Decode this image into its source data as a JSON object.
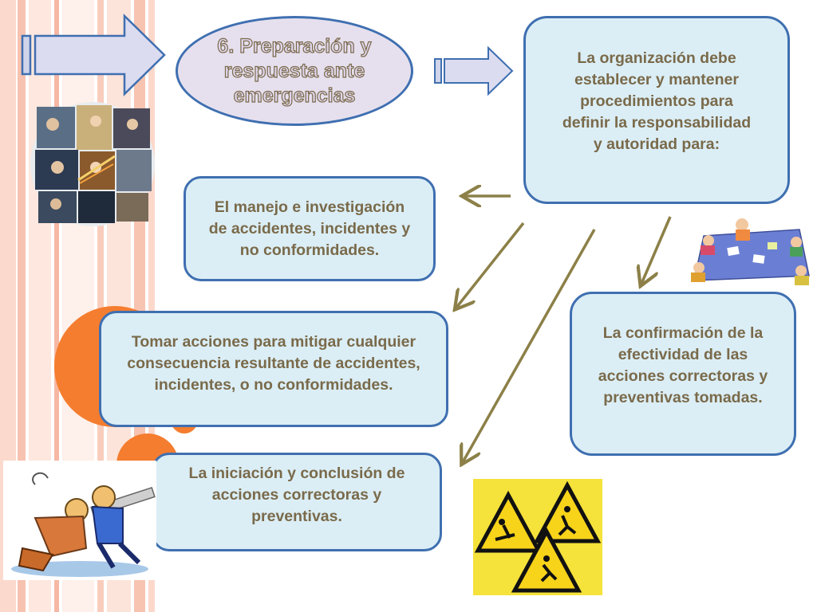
{
  "title": "6. Preparación y respuesta ante emergencias",
  "boxes": {
    "organization": "La organización debe establecer y mantener procedimientos para definir la responsabilidad y autoridad para:",
    "handling": "El manejo e investigación de accidentes, incidentes y no conformidades.",
    "mitigate": "Tomar acciones para mitigar cualquier consecuencia resultante de accidentes, incidentes, o no conformidades.",
    "confirmation": "La confirmación de la efectividad de las acciones correctoras y preventivas tomadas.",
    "initiation": "La iniciación y conclusión de acciones correctoras y preventivas."
  },
  "colors": {
    "box_fill": "#dbeef6",
    "box_border": "#3f6fb0",
    "text": "#7a6a4a",
    "arrow": "#8c8048",
    "accent_orange": "#f57d2f",
    "stripe_pink": "#f9c9b8"
  },
  "icons": [
    "block-arrow-right-large",
    "block-arrow-right-small",
    "collage-photo",
    "meeting-cartoon",
    "workers-accident-cartoon",
    "warning-signs"
  ]
}
